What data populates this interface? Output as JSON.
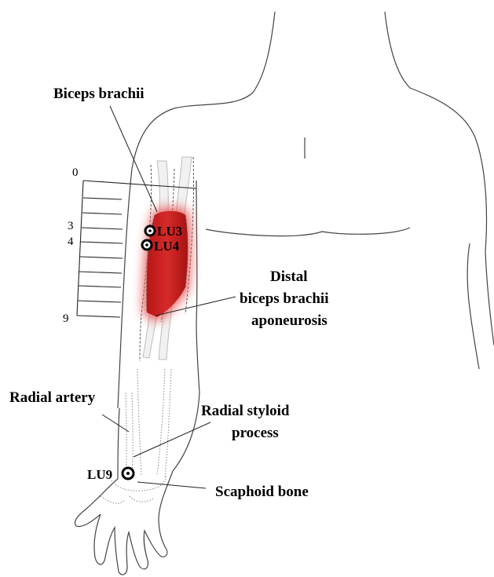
{
  "labels": {
    "biceps": "Biceps brachii",
    "aponeurosis_line1": "Distal",
    "aponeurosis_line2": "biceps brachii",
    "aponeurosis_line3": "aponeurosis",
    "radial_artery": "Radial artery",
    "styloid_line1": "Radial styloid",
    "styloid_line2": "process",
    "scaphoid": "Scaphoid bone"
  },
  "points": {
    "lu3": "LU3",
    "lu4": "LU4",
    "lu9": "LU9"
  },
  "scale": {
    "ticks": [
      "0",
      "3",
      "4",
      "9"
    ]
  },
  "colors": {
    "muscle": "#cc1f1f",
    "muscle_glow": "#e85050",
    "outline": "#444444"
  }
}
